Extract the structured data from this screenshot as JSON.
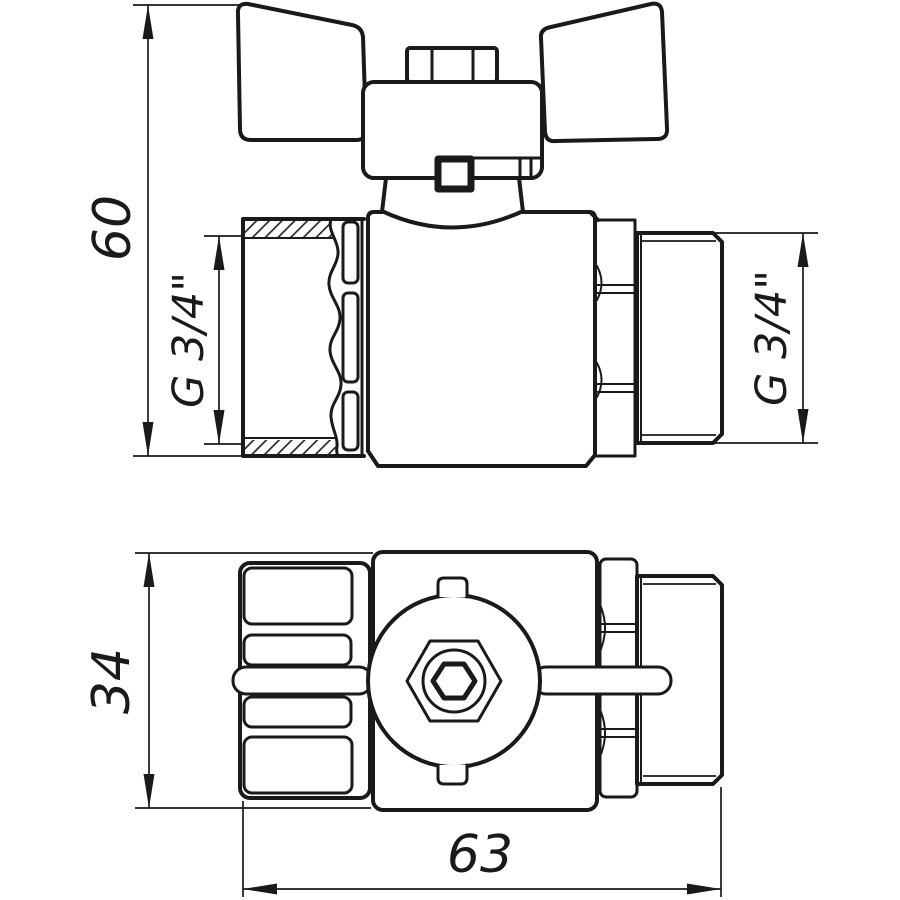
{
  "drawing": {
    "background": "#ffffff",
    "line_color": "#1a1a1a",
    "dimensions": {
      "overall_height": "60",
      "inlet_thread_label": "G 3/4\"",
      "outlet_thread_label": "G 3/4\"",
      "body_height": "34",
      "overall_length": "63"
    }
  }
}
